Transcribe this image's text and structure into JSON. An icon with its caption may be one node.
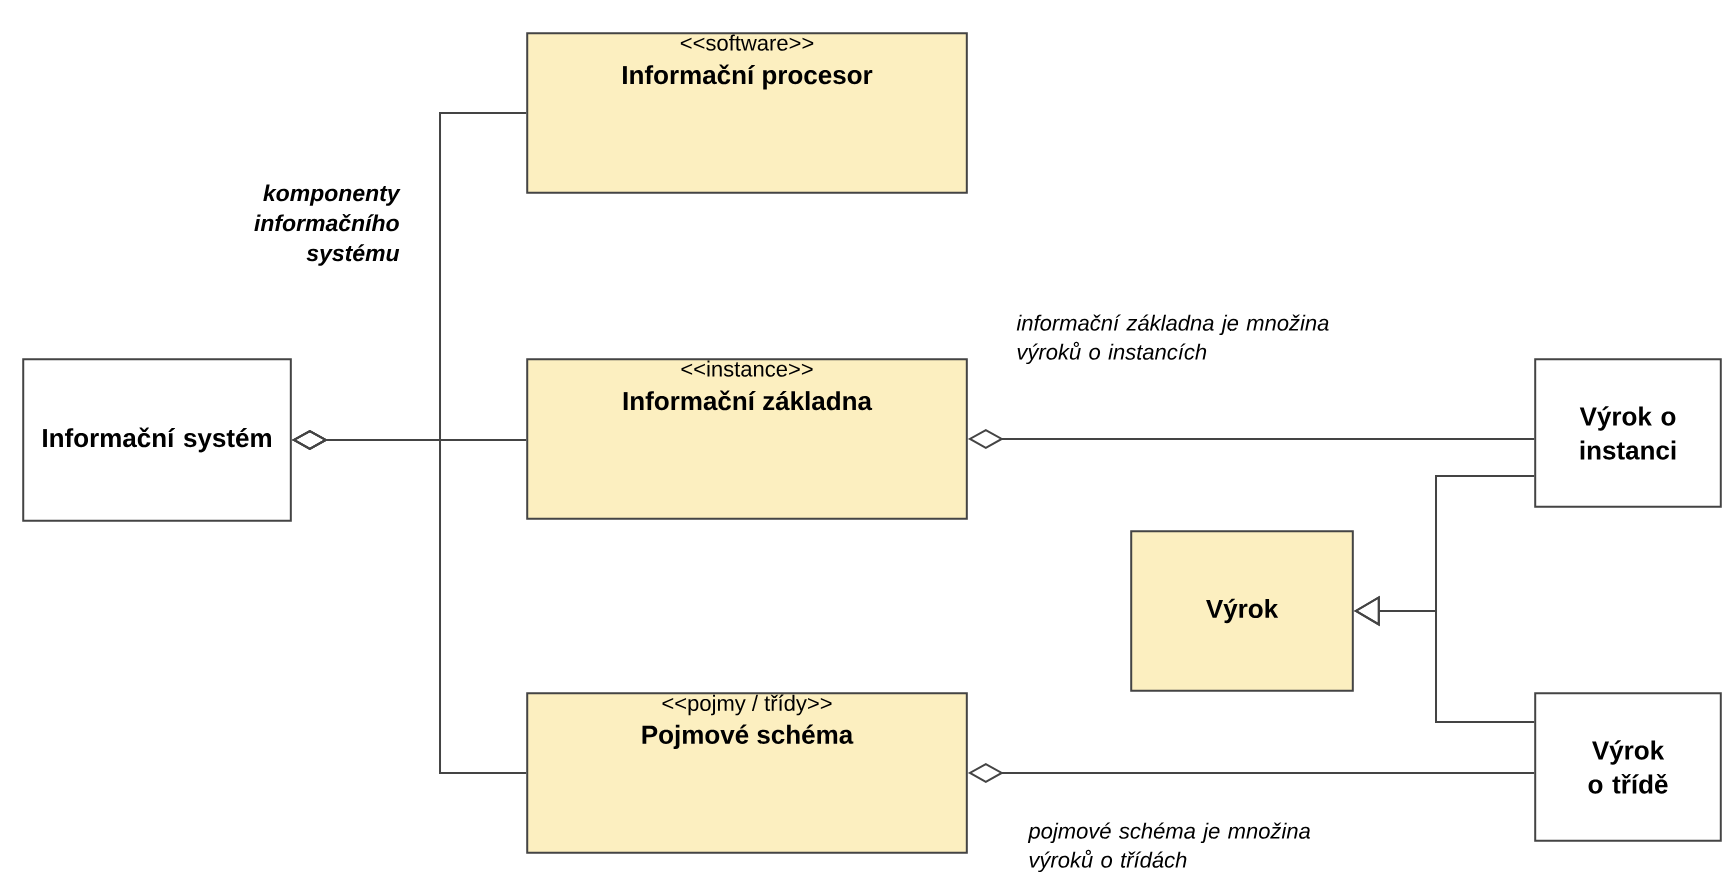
{
  "diagram": {
    "nodes": [
      {
        "text": [
          "Informační systém"
        ]
      },
      {
        "text": [
          "<<software>>",
          "Informační procesor"
        ]
      },
      {
        "text": [
          "<<instance>>",
          "Informační základna"
        ]
      },
      {
        "text": [
          "<<pojmy / třídy>>",
          "Pojmové schéma"
        ]
      },
      {
        "text": [
          "Výrok"
        ]
      },
      {
        "text": [
          "Výrok o instanci"
        ]
      },
      {
        "text": [
          "Výrok o třídě"
        ]
      }
    ],
    "edges": [
      {
        "from": 0,
        "to": 1,
        "arrow": "other"
      },
      {
        "from": 0,
        "to": 2,
        "arrow": "other"
      },
      {
        "from": 0,
        "to": 3,
        "arrow": "other"
      },
      {
        "from": 2,
        "to": 5,
        "arrow": "other",
        "label": "informační základna je množina výroků o instancích"
      },
      {
        "from": 3,
        "to": 6,
        "arrow": "other",
        "label": "pojmové schéma je množina výroků o třídách"
      },
      {
        "from": 5,
        "to": 4,
        "arrow": "to"
      },
      {
        "from": 6,
        "to": 4,
        "arrow": "to"
      }
    ],
    "labels": [
      "komponenty informačního systému"
    ]
  }
}
